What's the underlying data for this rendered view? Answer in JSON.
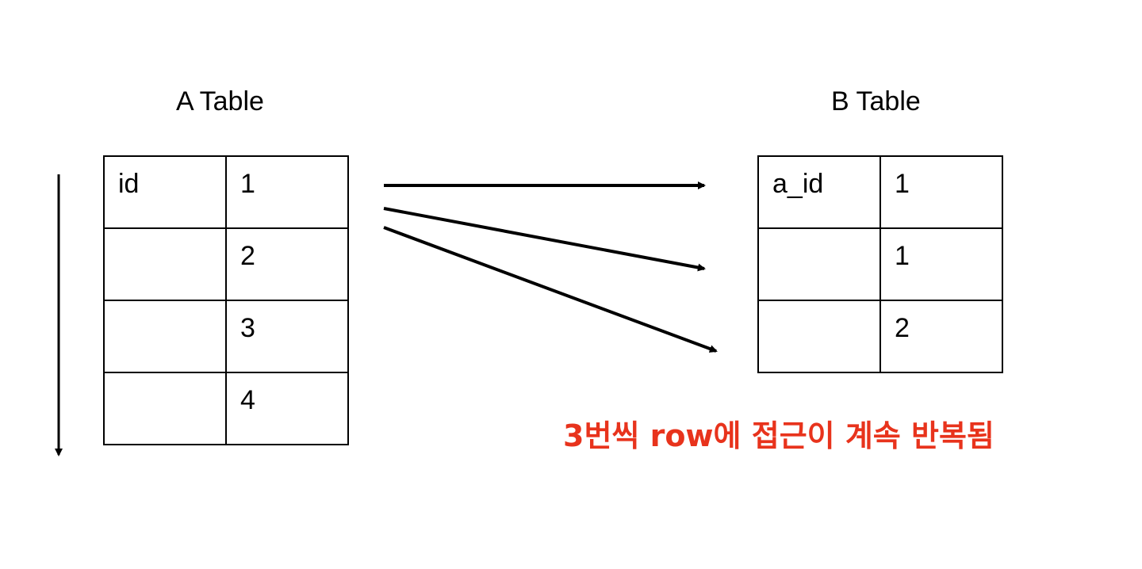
{
  "table_a": {
    "title": "A Table",
    "rows": [
      [
        "id",
        "1"
      ],
      [
        "",
        "2"
      ],
      [
        "",
        "3"
      ],
      [
        "",
        "4"
      ]
    ]
  },
  "table_b": {
    "title": "B Table",
    "rows": [
      [
        "a_id",
        "1"
      ],
      [
        "",
        "1"
      ],
      [
        "",
        "2"
      ]
    ]
  },
  "caption": "3번씩 row에 접근이 계속 반복됨",
  "colors": {
    "caption": "#e8331c",
    "lines": "#000000"
  }
}
